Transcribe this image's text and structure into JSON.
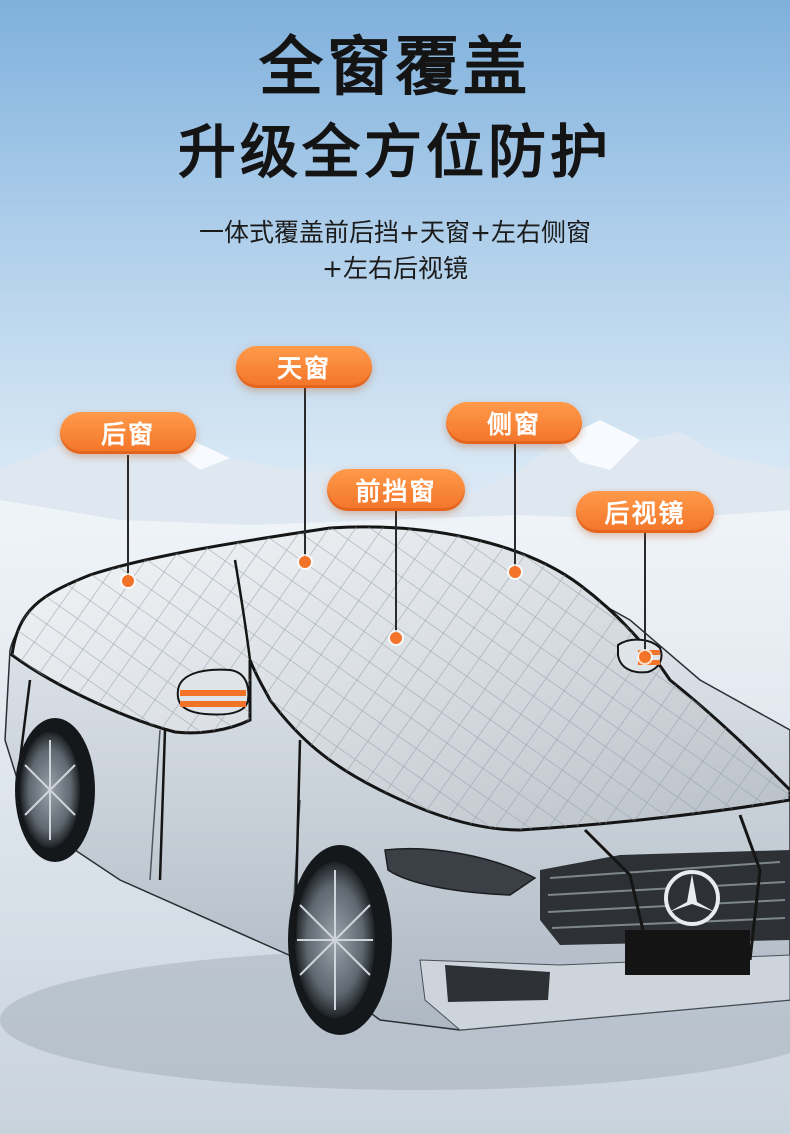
{
  "headline": {
    "line1": "全窗覆盖",
    "line2": "升级全方位防护"
  },
  "subtitle": {
    "line1": "一体式覆盖前后挡+天窗+左右侧窗",
    "line2": "+左右后视镜"
  },
  "callouts": [
    {
      "id": "rear-window",
      "label": "后窗"
    },
    {
      "id": "sunroof",
      "label": "天窗"
    },
    {
      "id": "windshield",
      "label": "前挡窗"
    },
    {
      "id": "side-window",
      "label": "侧窗"
    },
    {
      "id": "mirror",
      "label": "后视镜"
    }
  ],
  "colors": {
    "accent": "#f37428",
    "headline": "#141414"
  }
}
